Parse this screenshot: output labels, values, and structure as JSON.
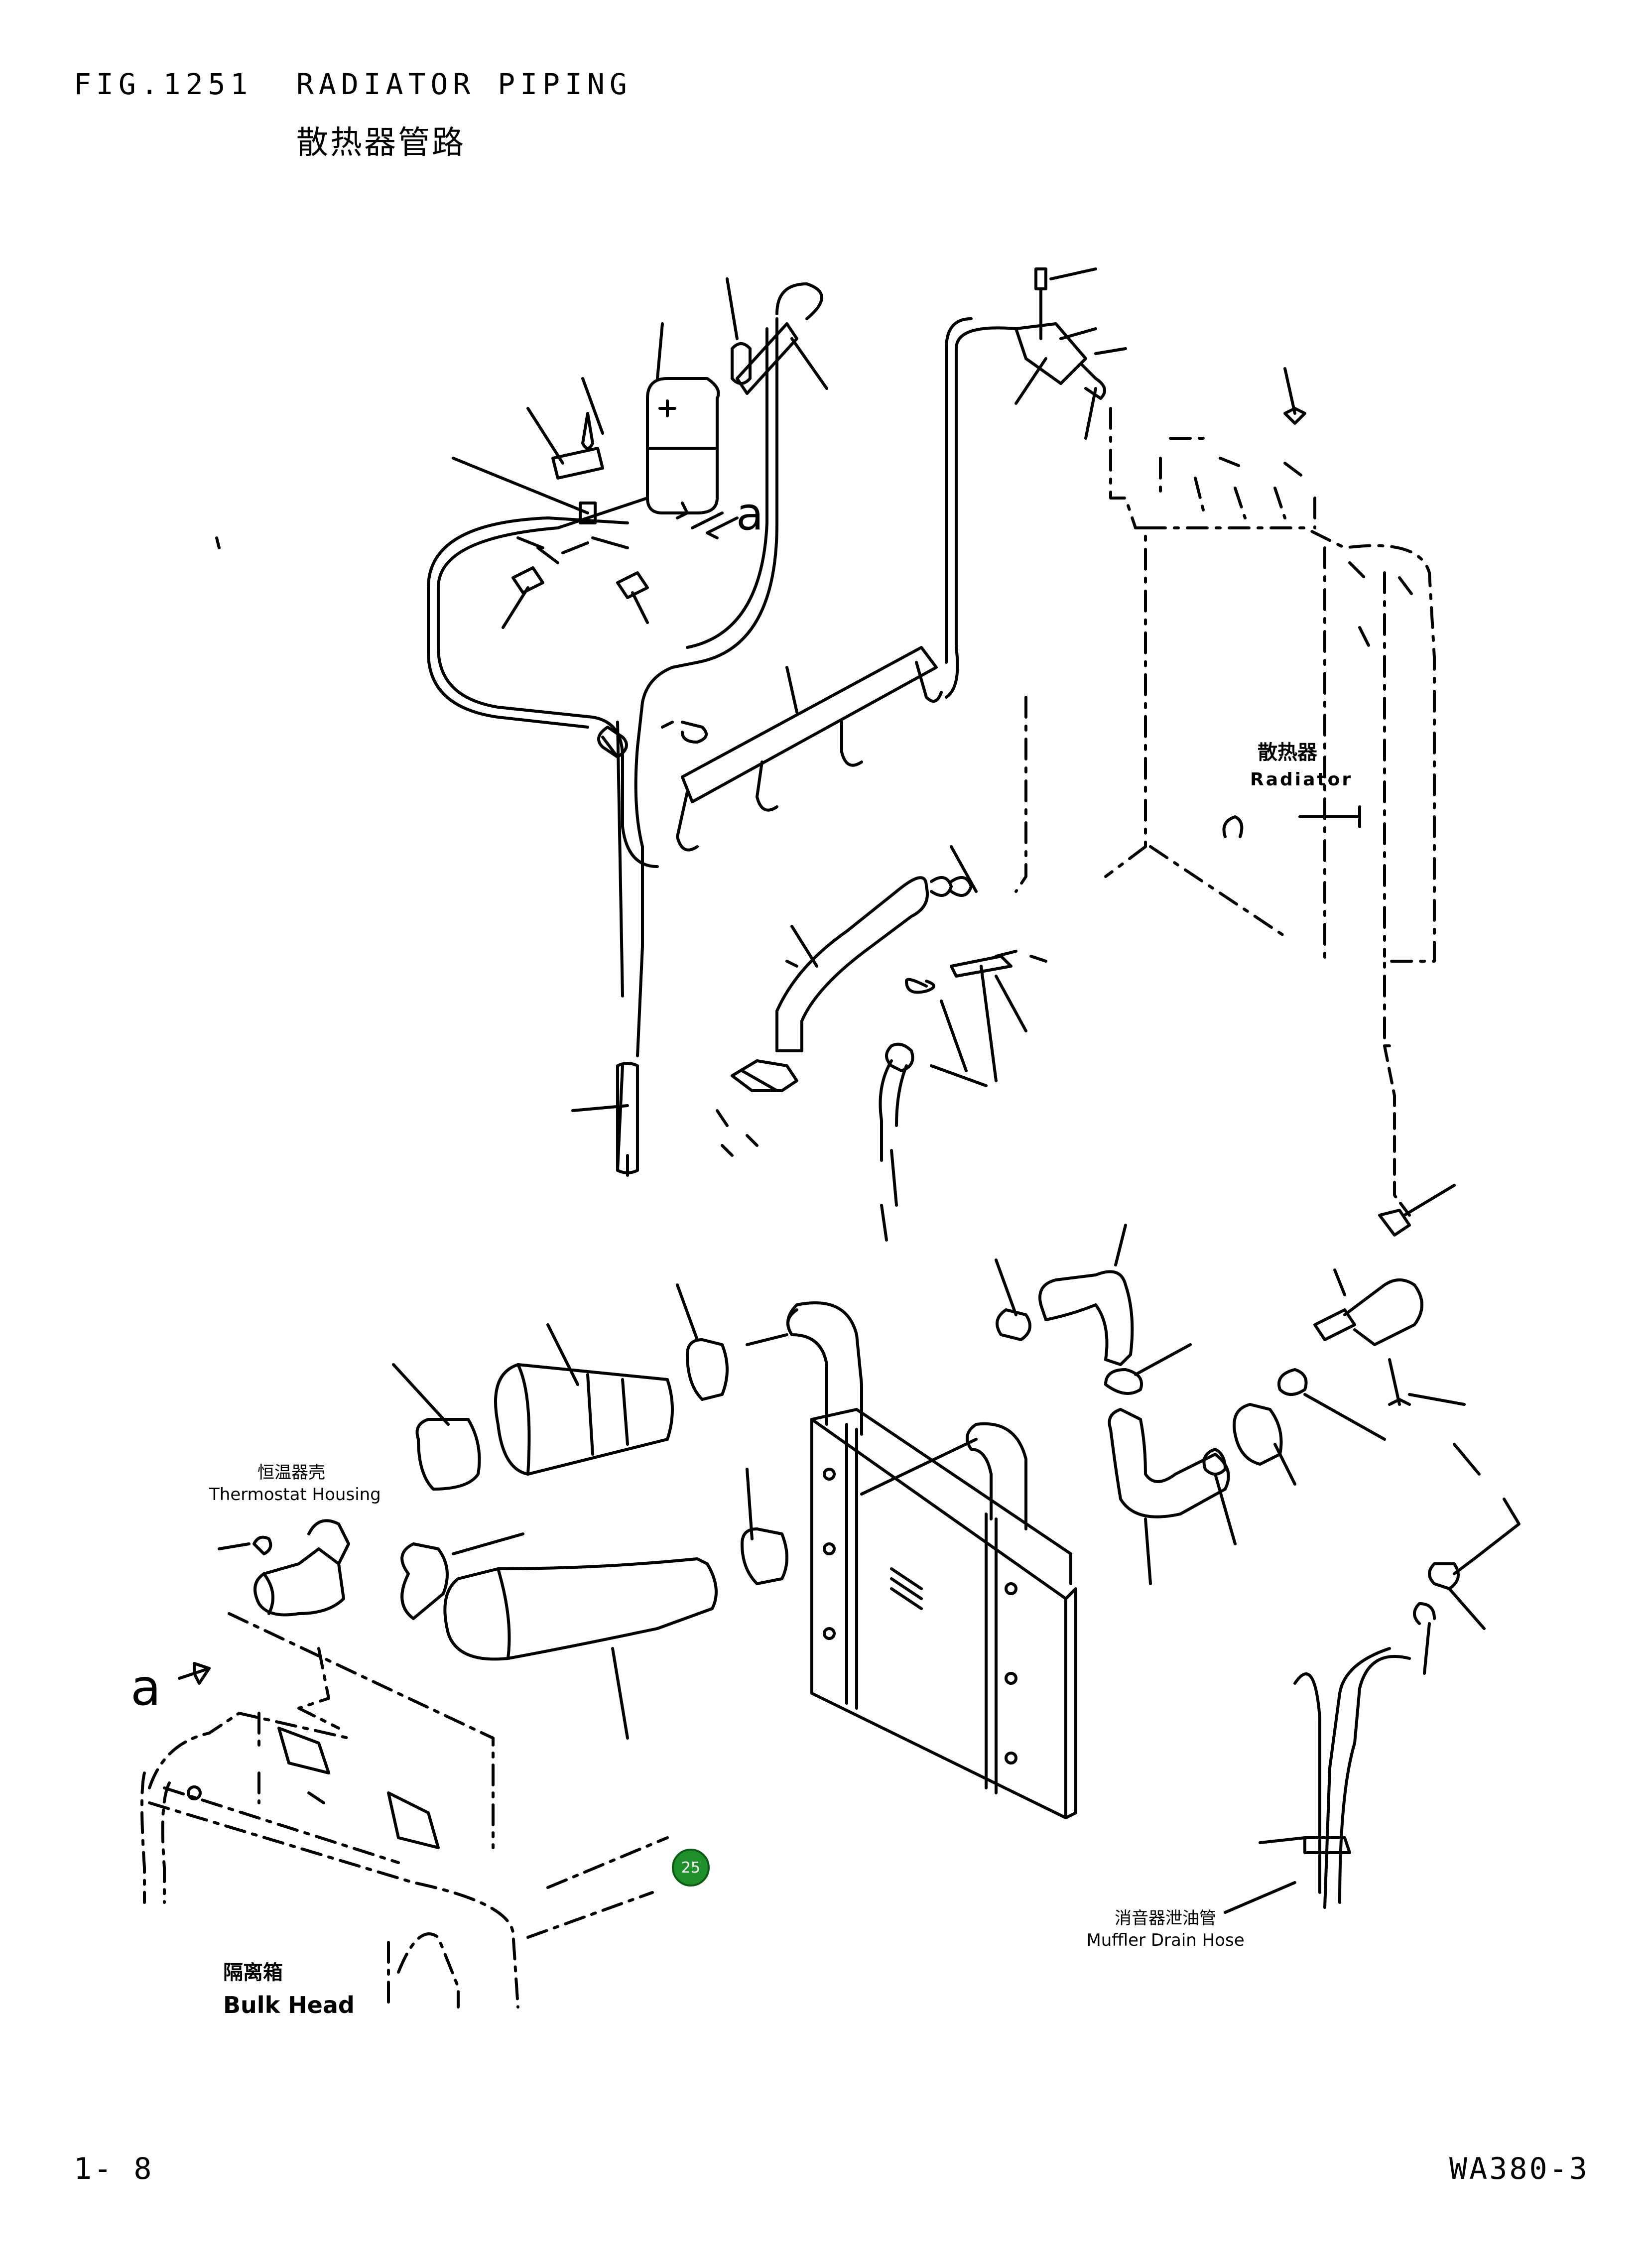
{
  "header": {
    "fig_number": "FIG.1251",
    "title_en": "RADIATOR PIPING",
    "title_cn": "散热器管路"
  },
  "callouts": {
    "radiator_cn": "散热器",
    "radiator_en": "Radiator",
    "thermostat_cn": "恒温器壳",
    "thermostat_en": "Thermostat Housing",
    "muffler_cn": "消音器泄油管",
    "muffler_en": "Muffler Drain Hose",
    "bulkhead_cn": "隔离箱",
    "bulkhead_en": "Bulk Head",
    "ref_letter_a": "a",
    "ref_letter_a2": "a"
  },
  "badge": {
    "number": "25",
    "color": "#1e8f2a"
  },
  "footer": {
    "page": "1-  8",
    "model": "WA380-3"
  }
}
